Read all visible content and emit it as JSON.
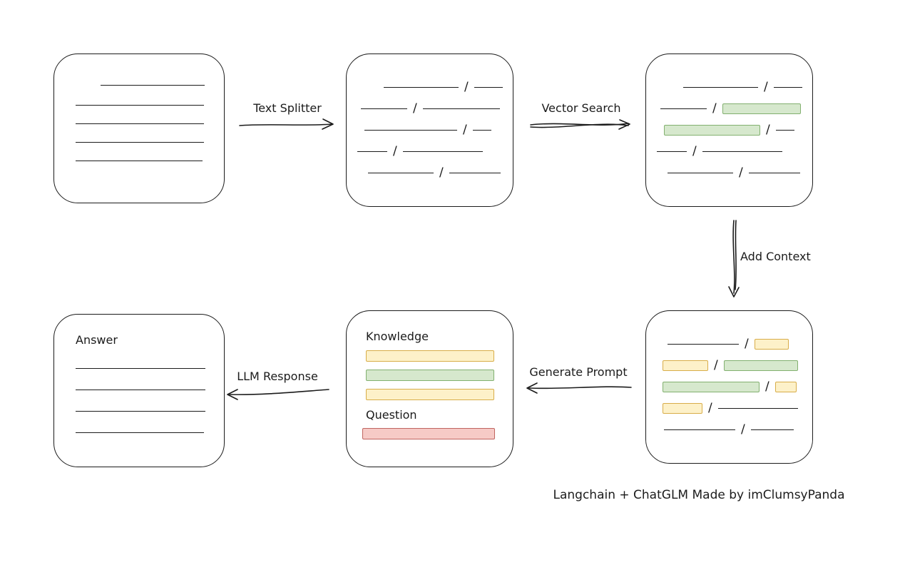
{
  "tokens": {
    "slash": "/"
  },
  "colors": {
    "ink": "#1b1b1b",
    "green_fill": "#d6e8cd",
    "green_stroke": "#82b06f",
    "yellow_fill": "#fdf1c9",
    "yellow_stroke": "#d8ad49",
    "red_fill": "#f6cac6",
    "red_stroke": "#c06560"
  },
  "arrows": {
    "text_splitter": {
      "label": "Text Splitter"
    },
    "vector_search": {
      "label": "Vector Search"
    },
    "add_context": {
      "label": "Add Context"
    },
    "generate_prompt": {
      "label": "Generate Prompt"
    },
    "llm_response": {
      "label": "LLM Response"
    }
  },
  "doc_box": {
    "lines": [
      [
        65,
        43,
        146
      ],
      [
        30,
        71,
        180
      ],
      [
        30,
        97,
        180
      ],
      [
        30,
        123,
        180
      ],
      [
        30,
        149,
        178
      ]
    ]
  },
  "chunk_boxes": {
    "split": {
      "rows": [
        {
          "indent": 52,
          "segs": [
            {
              "t": "line",
              "w": 105
            },
            {
              "t": "slash"
            },
            {
              "t": "line",
              "w": 40
            }
          ]
        },
        {
          "indent": 20,
          "segs": [
            {
              "t": "line",
              "w": 65
            },
            {
              "t": "slash"
            },
            {
              "t": "line",
              "w": 108
            }
          ]
        },
        {
          "indent": 25,
          "segs": [
            {
              "t": "line",
              "w": 130
            },
            {
              "t": "slash"
            },
            {
              "t": "line",
              "w": 26
            }
          ]
        },
        {
          "indent": 15,
          "segs": [
            {
              "t": "line",
              "w": 42
            },
            {
              "t": "slash"
            },
            {
              "t": "line",
              "w": 112
            }
          ]
        },
        {
          "indent": 30,
          "segs": [
            {
              "t": "line",
              "w": 92
            },
            {
              "t": "slash"
            },
            {
              "t": "line",
              "w": 72
            }
          ]
        }
      ]
    },
    "vector": {
      "rows": [
        {
          "indent": 52,
          "segs": [
            {
              "t": "line",
              "w": 105
            },
            {
              "t": "slash"
            },
            {
              "t": "line",
              "w": 40
            }
          ]
        },
        {
          "indent": 20,
          "segs": [
            {
              "t": "line",
              "w": 65
            },
            {
              "t": "slash"
            },
            {
              "t": "green",
              "w": 110
            }
          ]
        },
        {
          "indent": 25,
          "segs": [
            {
              "t": "green",
              "w": 135
            },
            {
              "t": "slash"
            },
            {
              "t": "line",
              "w": 26
            }
          ]
        },
        {
          "indent": 15,
          "segs": [
            {
              "t": "line",
              "w": 42
            },
            {
              "t": "slash"
            },
            {
              "t": "line",
              "w": 112
            }
          ]
        },
        {
          "indent": 30,
          "segs": [
            {
              "t": "line",
              "w": 92
            },
            {
              "t": "slash"
            },
            {
              "t": "line",
              "w": 72
            }
          ]
        }
      ]
    },
    "context": {
      "rows": [
        {
          "indent": 30,
          "segs": [
            {
              "t": "line",
              "w": 100
            },
            {
              "t": "slash"
            },
            {
              "t": "yellow",
              "w": 48
            }
          ]
        },
        {
          "indent": 23,
          "segs": [
            {
              "t": "yellow",
              "w": 64
            },
            {
              "t": "slash"
            },
            {
              "t": "green",
              "w": 104
            }
          ]
        },
        {
          "indent": 23,
          "segs": [
            {
              "t": "green",
              "w": 136
            },
            {
              "t": "slash"
            },
            {
              "t": "yellow",
              "w": 30
            }
          ]
        },
        {
          "indent": 23,
          "segs": [
            {
              "t": "yellow",
              "w": 56
            },
            {
              "t": "slash"
            },
            {
              "t": "line",
              "w": 112
            }
          ]
        },
        {
          "indent": 25,
          "segs": [
            {
              "t": "line",
              "w": 100
            },
            {
              "t": "slash"
            },
            {
              "t": "line",
              "w": 60
            }
          ]
        }
      ]
    }
  },
  "prompt_box": {
    "knowledge_label": "Knowledge",
    "bars": [
      {
        "color": "yellow",
        "w": 180
      },
      {
        "color": "green",
        "w": 180
      },
      {
        "color": "yellow",
        "w": 180,
        "mt": 6
      }
    ],
    "question_label": "Question",
    "question_bars": [
      {
        "color": "red",
        "w": 186
      }
    ]
  },
  "answer_box": {
    "label": "Answer",
    "lines": [
      [
        30,
        75,
        182
      ],
      [
        30,
        105,
        182
      ],
      [
        30,
        135,
        182
      ],
      [
        30,
        165,
        180
      ]
    ]
  },
  "caption": "Langchain + ChatGLM Made by imClumsyPanda"
}
